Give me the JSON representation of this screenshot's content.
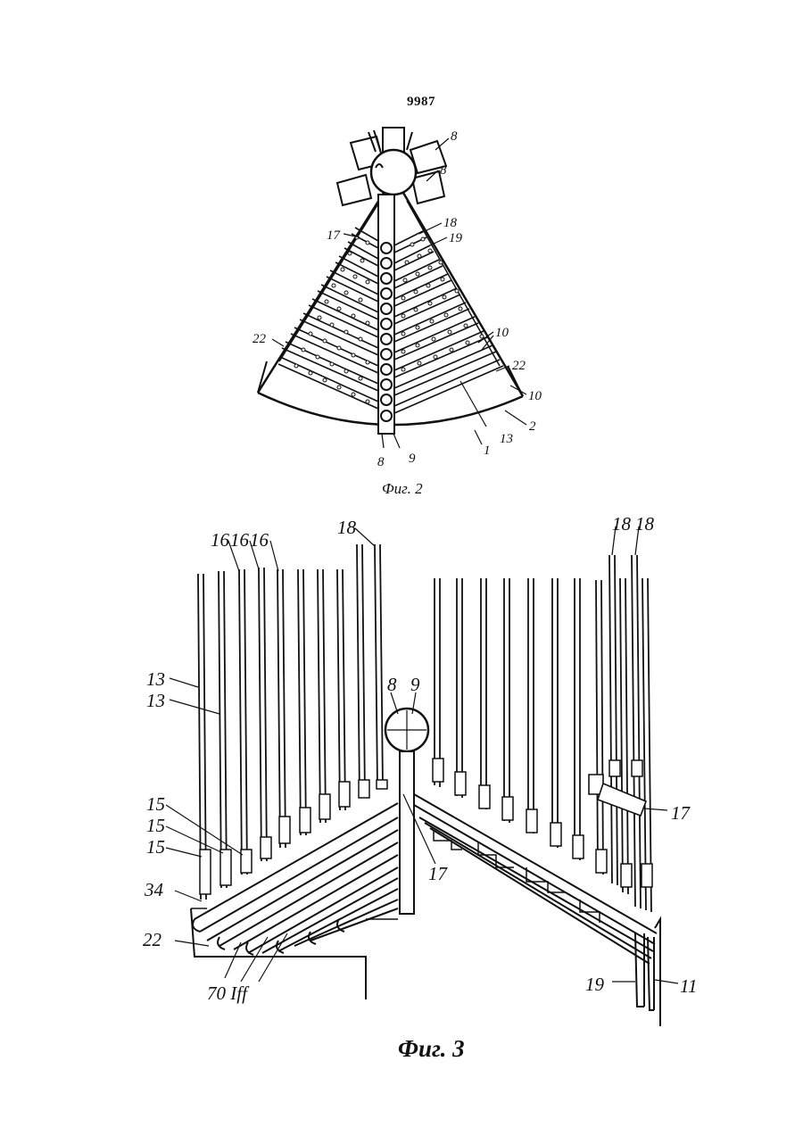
{
  "page_number": "9987",
  "figure2": {
    "caption": "Фиг. 2",
    "labels": {
      "l8a": "8",
      "l8b": "8",
      "l18": "18",
      "l17": "17",
      "l19": "19",
      "l22_left": "22",
      "l10a": "10",
      "l22_right": "22",
      "l10b": "10",
      "l2": "2",
      "l13": "13",
      "l1": "1",
      "l8_bottom": "8",
      "l9": "9"
    }
  },
  "figure3": {
    "caption": "Фиг. 3",
    "labels": {
      "l16a": "16",
      "l16b": "16",
      "l16c": "16",
      "l18": "18",
      "l18r1": "18",
      "l18r2": "18",
      "l13a": "13",
      "l13b": "13",
      "l8": "8",
      "l9": "9",
      "l15a": "15",
      "l15b": "15",
      "l15c": "15",
      "l34": "34",
      "l22": "22",
      "l17a": "17",
      "l17b": "17",
      "l70": "70 Iff",
      "l19": "19",
      "l11": "11"
    }
  }
}
